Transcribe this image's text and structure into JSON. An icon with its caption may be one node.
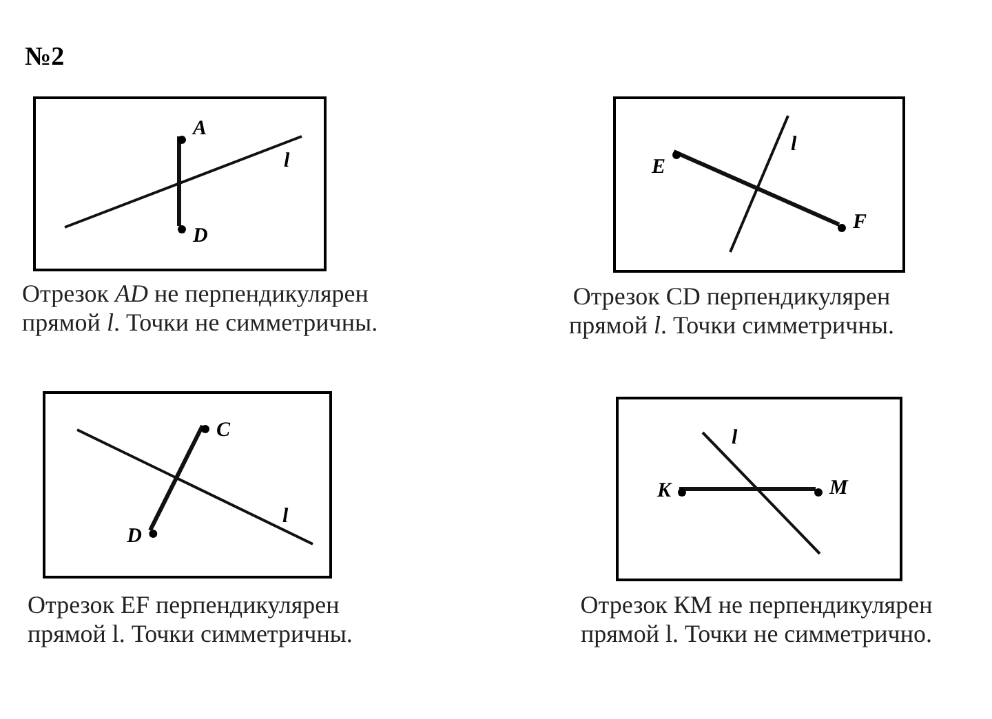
{
  "diagram": {
    "nodes": [
      {
        "text": [],
        "shape": "box",
        "beside": [
          "Отрезок *AD* не перпендикулярен прямой *l*. Точки не симметричны."
        ]
      },
      {
        "text": [
          "A"
        ],
        "in": 0
      },
      {
        "text": [
          "D"
        ],
        "in": 0
      },
      {
        "text": [],
        "shape": "box",
        "beside": [
          "Отрезок CD перпендикулярен прямой *l*. Точки симметричны."
        ]
      },
      {
        "text": [
          "E"
        ],
        "in": 3
      },
      {
        "text": [
          "F"
        ],
        "in": 3
      },
      {
        "text": [],
        "shape": "box",
        "beside": [
          "Отрезок EF перпендикулярен прямой l. Точки симметричны."
        ]
      },
      {
        "text": [
          "C"
        ],
        "in": 6
      },
      {
        "text": [
          "D"
        ],
        "in": 6
      },
      {
        "text": [],
        "shape": "box",
        "beside": [
          "Отрезок КМ не перпендикулярен прямой l. Точки не симметрично."
        ]
      },
      {
        "text": [
          "K"
        ],
        "in": 9
      },
      {
        "text": [
          "M"
        ],
        "in": 9
      }
    ],
    "edges": [
      {
        "from": 1,
        "to": 2,
        "arrow": "none"
      },
      {
        "from": 4,
        "to": 5,
        "arrow": "none"
      },
      {
        "from": 7,
        "to": 8,
        "arrow": "none"
      },
      {
        "from": 10,
        "to": 11,
        "arrow": "none"
      }
    ],
    "labels": [
      "№2",
      "l",
      "l",
      "l",
      "l"
    ]
  }
}
